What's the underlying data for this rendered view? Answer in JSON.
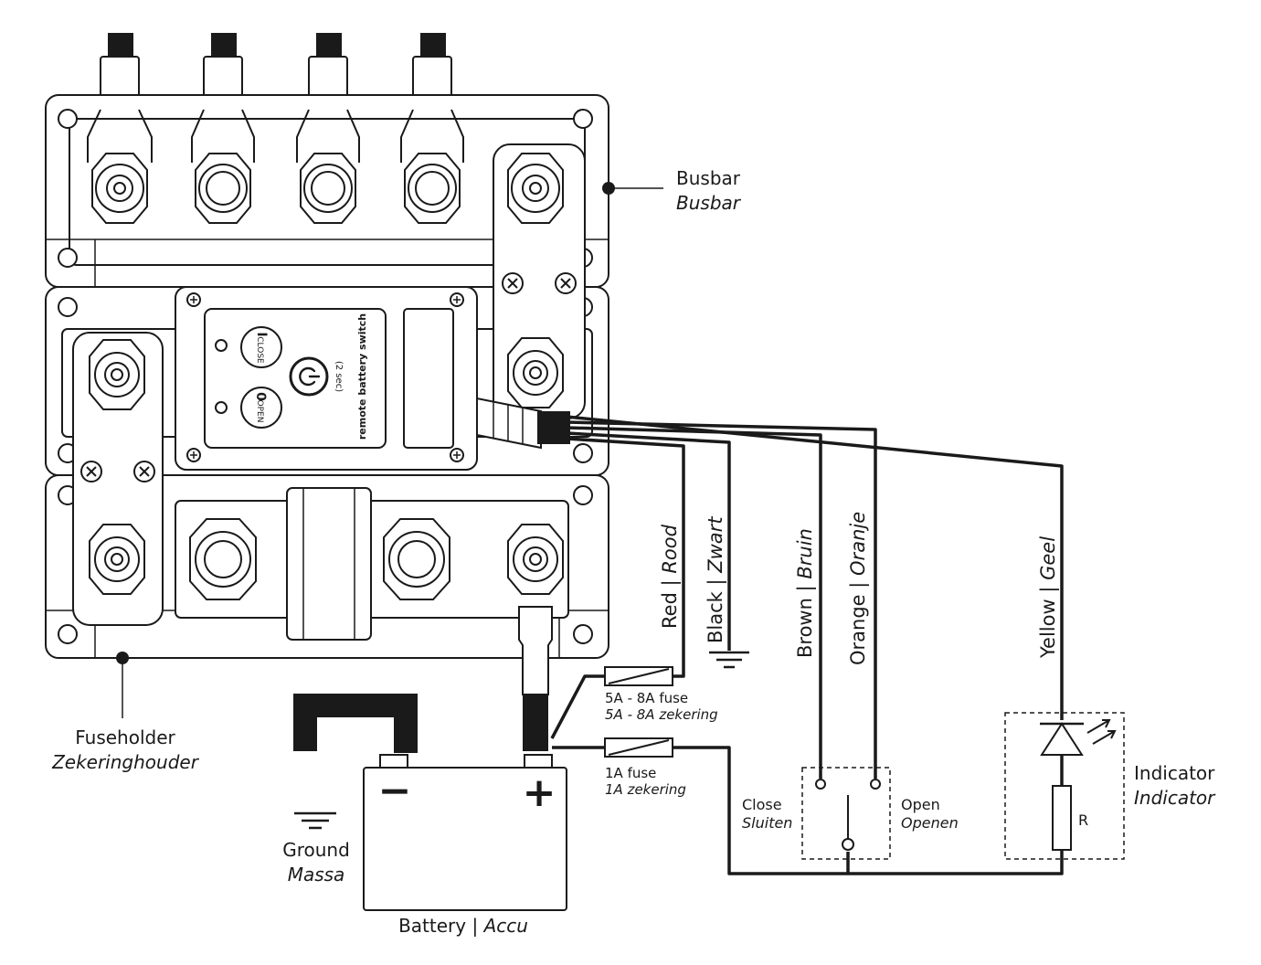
{
  "switch": {
    "title": "remote battery switch",
    "close_symbol": "I",
    "close_label": "CLOSE",
    "open_symbol": "0",
    "open_label": "OPEN",
    "timer": "(2 sec)",
    "power_icon": "power-icon"
  },
  "labels": {
    "busbar_en": "Busbar",
    "busbar_nl": "Busbar",
    "fuseholder_en": "Fuseholder",
    "fuseholder_nl": "Zekeringhouder",
    "ground_en": "Ground",
    "ground_nl": "Massa",
    "battery_en": "Battery | ",
    "battery_nl": "Accu",
    "battery_minus": "−",
    "battery_plus": "+",
    "fuse_big_en": "5A - 8A fuse",
    "fuse_big_nl": "5A - 8A zekering",
    "fuse_small_en": "1A fuse",
    "fuse_small_nl": "1A zekering",
    "close_en": "Close",
    "close_nl": "Sluiten",
    "open_en": "Open",
    "open_nl": "Openen",
    "indicator_en": "Indicator",
    "indicator_nl": "Indicator",
    "resistor": "R"
  },
  "wires": [
    {
      "en": "Red | ",
      "nl": "Rood"
    },
    {
      "en": "Black | ",
      "nl": "Zwart"
    },
    {
      "en": "Brown | ",
      "nl": "Bruin"
    },
    {
      "en": "Orange | ",
      "nl": "Oranje"
    },
    {
      "en": "Yellow | ",
      "nl": "Geel"
    }
  ]
}
